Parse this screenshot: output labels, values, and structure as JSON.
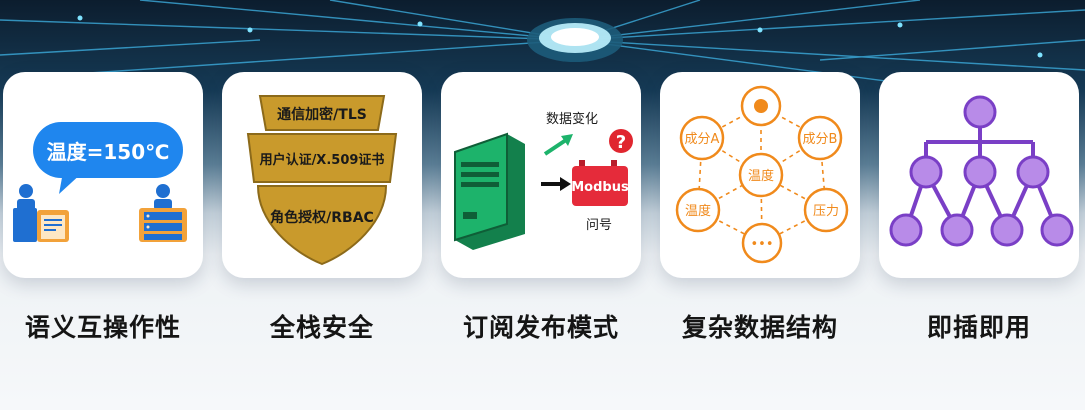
{
  "colors": {
    "bubble_blue": "#1f86ee",
    "shield_gold": "#c99a2c",
    "server_green": "#1db36b",
    "modbus_red": "#e52b3a",
    "orange": "#f08a1c",
    "purple": "#9b5fdc"
  },
  "features": [
    {
      "label": "语义互操作性",
      "bubble_text": "温度=150℃",
      "icons": [
        "person-at-desk-icon",
        "person-at-server-icon"
      ]
    },
    {
      "label": "全栈安全",
      "layers": [
        "通信加密/TLS",
        "用户认证/X.509证书",
        "角色授权/RBAC"
      ]
    },
    {
      "label": "订阅发布模式",
      "change_text": "数据变化",
      "modbus_text": "Modbus",
      "question_mark": "?",
      "poll_text": "问号"
    },
    {
      "label": "复杂数据结构",
      "nodes": [
        "成分A",
        "成分B",
        "温度",
        "温度",
        "压力",
        "•••"
      ]
    },
    {
      "label": "即插即用"
    }
  ]
}
